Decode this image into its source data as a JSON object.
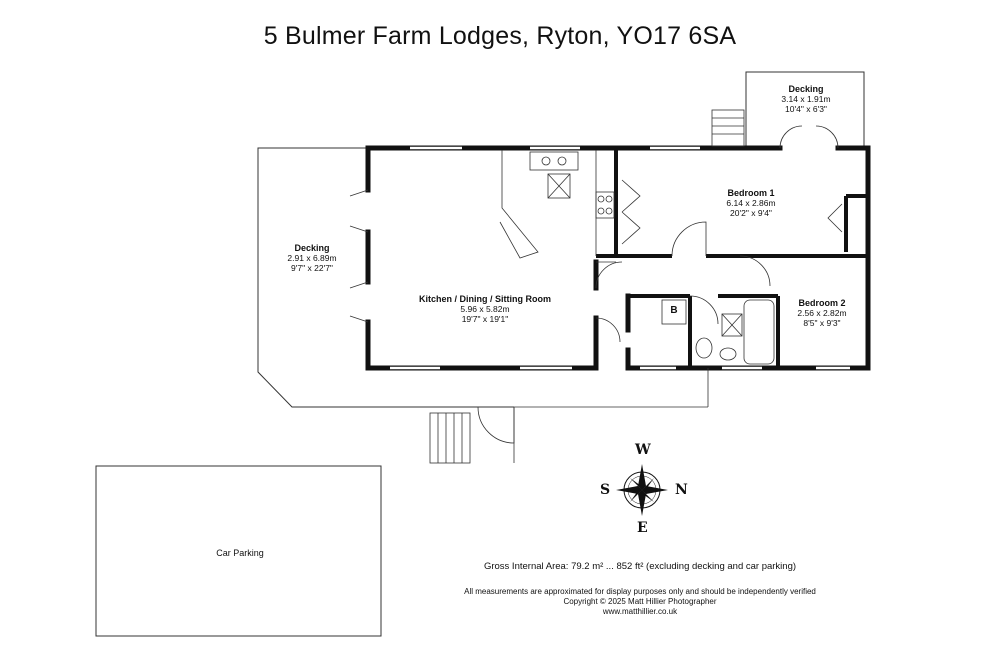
{
  "title": "5 Bulmer Farm Lodges, Ryton, YO17 6SA",
  "rooms": {
    "kitchen": {
      "name": "Kitchen / Dining / Sitting Room",
      "metric": "5.96 x 5.82m",
      "imperial": "19'7\" x 19'1\""
    },
    "bedroom1": {
      "name": "Bedroom 1",
      "metric": "6.14 x 2.86m",
      "imperial": "20'2\" x 9'4\""
    },
    "bedroom2": {
      "name": "Bedroom 2",
      "metric": "2.56 x 2.82m",
      "imperial": "8'5\" x 9'3\""
    },
    "decking_left": {
      "name": "Decking",
      "metric": "2.91 x 6.89m",
      "imperial": "9'7\" x 22'7\""
    },
    "decking_top": {
      "name": "Decking",
      "metric": "3.14 x 1.91m",
      "imperial": "10'4\" x 6'3\""
    },
    "car_parking": {
      "name": "Car Parking"
    },
    "boiler": {
      "name": "B"
    }
  },
  "compass": {
    "north": "N",
    "south": "S",
    "east": "E",
    "west": "W"
  },
  "footer": {
    "area": "Gross Internal Area: 79.2 m² ... 852 ft² (excluding decking and car parking)",
    "disclaimer": "All measurements are approximated for display purposes only and should be independently verified",
    "copyright": "Copyright © 2025 Matt Hillier Photographer",
    "website": "www.matthillier.co.uk"
  },
  "colors": {
    "wall": "#111111",
    "line": "#333333",
    "background": "#ffffff"
  }
}
